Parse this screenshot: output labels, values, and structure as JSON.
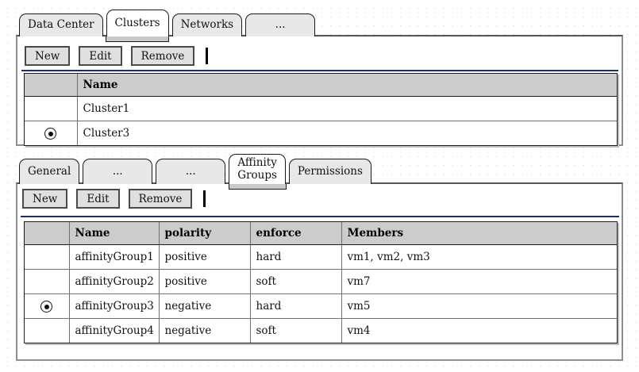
{
  "top_tabs": [
    {
      "label": "Data Center",
      "active": false
    },
    {
      "label": "Clusters",
      "active": true
    },
    {
      "label": "Networks",
      "active": false
    },
    {
      "label": "...",
      "active": false
    }
  ],
  "cluster_toolbar": {
    "new_label": "New",
    "edit_label": "Edit",
    "remove_label": "Remove"
  },
  "cluster_grid": {
    "columns": [
      "",
      "Name"
    ],
    "rows": [
      {
        "selected": false,
        "name": "Cluster1"
      },
      {
        "selected": true,
        "name": "Cluster3"
      }
    ]
  },
  "sub_tabs": [
    {
      "label": "General",
      "active": false
    },
    {
      "label": "...",
      "active": false
    },
    {
      "label": "...",
      "active": false
    },
    {
      "label": "Affinity\nGroups",
      "active": true
    },
    {
      "label": "Permissions",
      "active": false
    }
  ],
  "affinity_toolbar": {
    "new_label": "New",
    "edit_label": "Edit",
    "remove_label": "Remove"
  },
  "affinity_grid": {
    "columns": [
      "",
      "Name",
      "polarity",
      "enforce",
      "Members"
    ],
    "rows": [
      {
        "selected": false,
        "name": "affinityGroup1",
        "polarity": "positive",
        "enforce": "hard",
        "members": "vm1, vm2, vm3"
      },
      {
        "selected": false,
        "name": "affinityGroup2",
        "polarity": "positive",
        "enforce": "soft",
        "members": "vm7"
      },
      {
        "selected": true,
        "name": "affinityGroup3",
        "polarity": "negative",
        "enforce": "hard",
        "members": "vm5"
      },
      {
        "selected": false,
        "name": "affinityGroup4",
        "polarity": "negative",
        "enforce": "soft",
        "members": "vm4"
      }
    ]
  },
  "colors": {
    "tab_inactive": "#e8e8e8",
    "tab_active": "#ffffff",
    "header_row": "#cccccc",
    "separator_blue": "#18306e",
    "border_dark": "#1c1c1c"
  }
}
